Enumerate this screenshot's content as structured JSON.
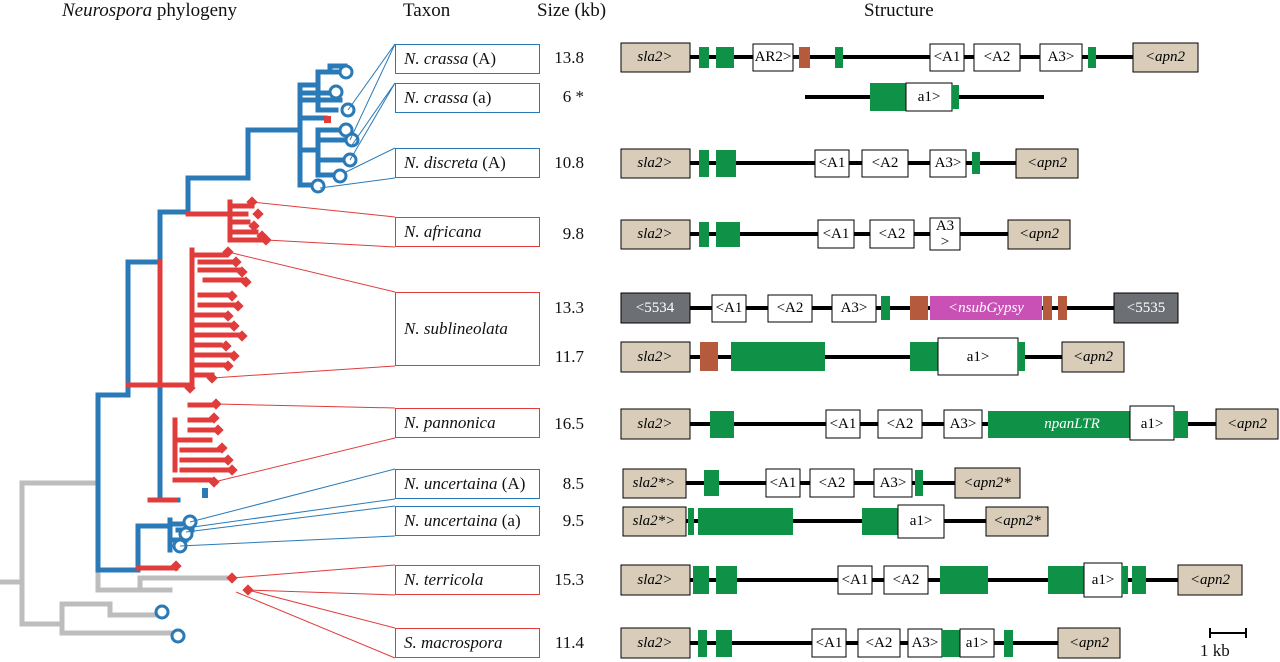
{
  "headers": {
    "phylogeny_genus": "Neurospora",
    "phylogeny_word": " phylogeny",
    "taxon": "Taxon",
    "size": "Size (kb)",
    "structure": "Structure"
  },
  "colors": {
    "blue_clade": "#2a7ab8",
    "red_clade": "#e03c3c",
    "grey_clade": "#bdbdbd",
    "gene_box": "#d9cdb9",
    "gene_box_dark": "#6c6f73",
    "green_element": "#0f9148",
    "brown_element": "#b55a3c",
    "gypsy_element": "#c950b5"
  },
  "taxa": [
    {
      "genus": "N. crassa",
      "suffix": " (A)",
      "size": "13.8",
      "clade": "blue"
    },
    {
      "genus": "N. crassa",
      "suffix": " (a)",
      "size": "6 *",
      "clade": "blue"
    },
    {
      "genus": "N. discreta",
      "suffix": " (A)",
      "size": "10.8",
      "clade": "blue"
    },
    {
      "genus": "N. africana",
      "suffix": "",
      "size": "9.8",
      "clade": "red"
    },
    {
      "genus": "N. sublineolata",
      "suffix": "",
      "size_a": "13.3",
      "size_b": "11.7",
      "clade": "red"
    },
    {
      "genus": "N. pannonica",
      "suffix": "",
      "size": "16.5",
      "clade": "red"
    },
    {
      "genus": "N. uncertaina",
      "suffix": " (A)",
      "size": "8.5",
      "clade": "blue"
    },
    {
      "genus": "N. uncertaina",
      "suffix": " (a)",
      "size": "9.5",
      "clade": "blue"
    },
    {
      "genus": "N. terricola",
      "suffix": "",
      "size": "15.3",
      "clade": "red"
    },
    {
      "genus": "S. macrospora",
      "suffix": "",
      "size": "11.4",
      "clade": "red"
    }
  ],
  "labels": {
    "sla2": "sla2>",
    "sla2s": "sla2*>",
    "apn2": "<apn2",
    "apn2s": "<apn2*",
    "g5534": "<5534",
    "g5535": "<5535",
    "A1": "<A1",
    "A2": "<A2",
    "A3": "A3>",
    "A3_top": "A3",
    "A3_bot": ">",
    "AR2": "AR2>",
    "a1": "a1>",
    "gypsy": "<nsubGypsy",
    "ltr": "npanLTR"
  },
  "scale_bar": {
    "label": "1 kb"
  }
}
